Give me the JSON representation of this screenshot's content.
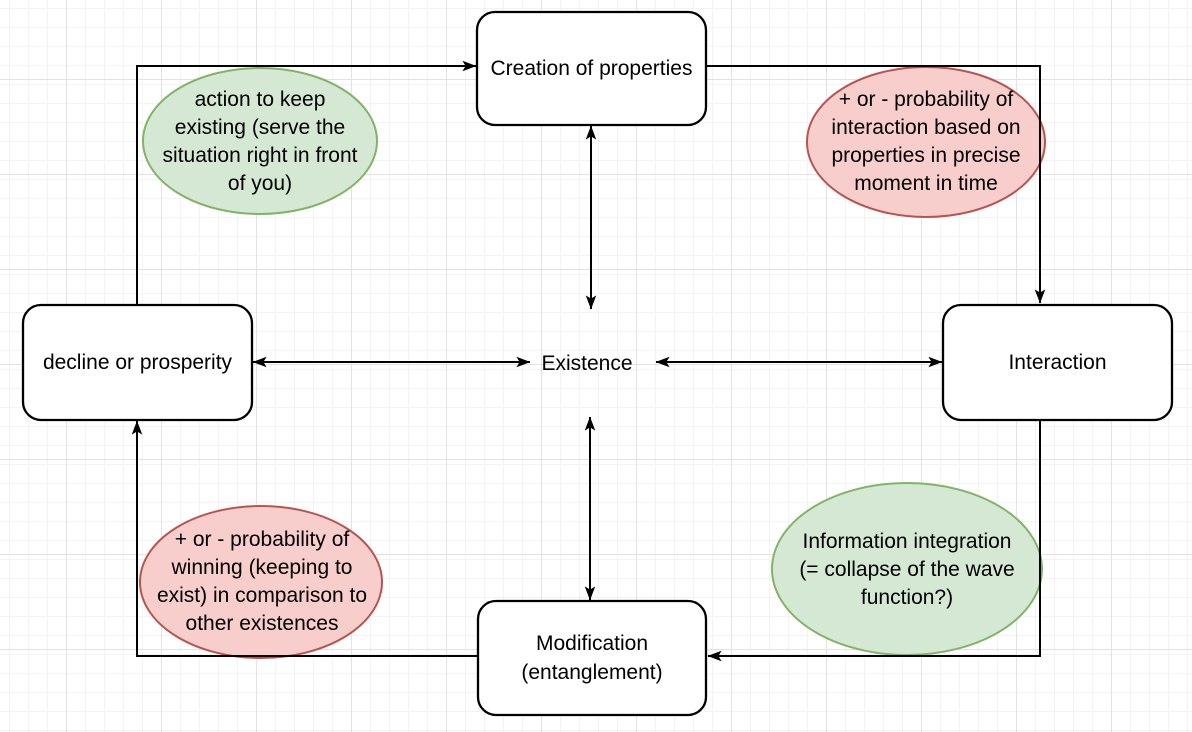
{
  "colors": {
    "background": "#ffffff",
    "grid_minor": "#f3f3f3",
    "grid_major": "#e2e2e2",
    "node_fill": "#ffffff",
    "node_stroke": "#000000",
    "line": "#000000",
    "text": "#000000",
    "green_fill": "#d5e8d4",
    "green_stroke": "#82b366",
    "red_fill": "#f8cecc",
    "red_stroke": "#b85450"
  },
  "nodes": {
    "creation": {
      "label": "Creation of properties"
    },
    "decline": {
      "label": "decline or prosperity"
    },
    "existence": {
      "label": "Existence"
    },
    "interaction": {
      "label": "Interaction"
    },
    "modification": {
      "label": "Modification\n(entanglement)"
    }
  },
  "annotations": {
    "action_to_keep": {
      "tone": "green",
      "text": "action to keep\nexisting (serve the\nsituation right in front\nof you)"
    },
    "interaction_probability": {
      "tone": "red",
      "text": "+ or - probability of\ninteraction based on\nproperties in precise\nmoment in time"
    },
    "winning_probability": {
      "tone": "red",
      "text": "+ or - probability of\nwinning (keeping to\nexist) in comparison to\nother existences"
    },
    "information_integration": {
      "tone": "green",
      "text": "Information integration\n(= collapse of the wave\nfunction?)"
    }
  }
}
